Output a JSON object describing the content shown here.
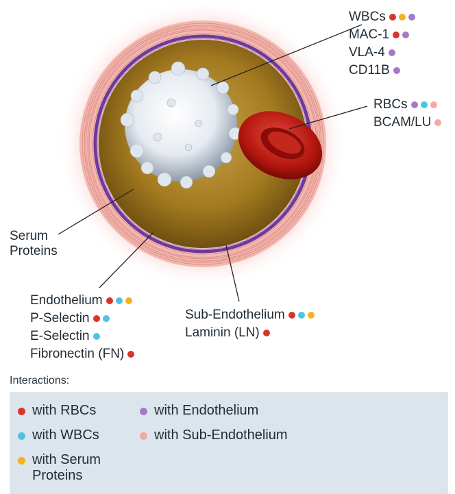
{
  "colors": {
    "rbc": "#d9342b",
    "wbc": "#4fc3e3",
    "serum": "#f2b31c",
    "endo": "#a878c8",
    "sub": "#f4a9a2"
  },
  "labels": {
    "wbcs": {
      "text": "WBCs",
      "dots": [
        "rbc",
        "serum",
        "endo"
      ]
    },
    "mac1": {
      "text": "MAC-1",
      "dots": [
        "rbc",
        "endo"
      ]
    },
    "vla4": {
      "text": "VLA-4",
      "dots": [
        "endo"
      ]
    },
    "cd11b": {
      "text": "CD11B",
      "dots": [
        "endo"
      ]
    },
    "rbcs": {
      "text": "RBCs",
      "dots": [
        "endo",
        "wbc",
        "sub"
      ]
    },
    "bcam": {
      "text": "BCAM/LU",
      "dots": [
        "sub"
      ]
    },
    "serum": {
      "text": "Serum\nProteins"
    },
    "endothelium": {
      "text": "Endothelium",
      "dots": [
        "rbc",
        "wbc",
        "serum"
      ]
    },
    "pselectin": {
      "text": "P-Selectin",
      "dots": [
        "rbc",
        "wbc"
      ]
    },
    "eselectin": {
      "text": "E-Selectin",
      "dots": [
        "wbc"
      ]
    },
    "fibronectin": {
      "text": "Fibronectin (FN)",
      "dots": [
        "rbc"
      ]
    },
    "subendo": {
      "text": "Sub-Endothelium",
      "dots": [
        "rbc",
        "wbc",
        "serum"
      ]
    },
    "laminin": {
      "text": "Laminin (LN)",
      "dots": [
        "rbc"
      ]
    }
  },
  "legend": {
    "title": "Interactions:",
    "items": [
      {
        "key": "rbc",
        "label": "with RBCs"
      },
      {
        "key": "wbc",
        "label": "with WBCs"
      },
      {
        "key": "serum",
        "label": "with Serum\nProteins"
      },
      {
        "key": "endo",
        "label": "with Endothelium"
      },
      {
        "key": "sub",
        "label": "with Sub-Endothelium"
      }
    ]
  }
}
